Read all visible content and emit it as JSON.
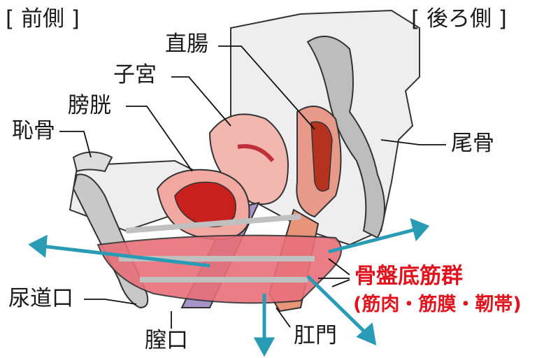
{
  "labels": {
    "front": "[ 前側 ]",
    "back": "[ 後ろ側 ]",
    "rectum": "直腸",
    "uterus": "子宮",
    "bladder": "膀胱",
    "pubic_bone": "恥骨",
    "coccyx": "尾骨",
    "pelvic_floor": "骨盤底筋群",
    "pelvic_floor_sub": "(筋肉・筋膜・靭帯)",
    "urethral_opening": "尿道口",
    "vaginal_opening": "膣口",
    "anus": "肛門"
  },
  "colors": {
    "highlight": "#e0141e",
    "arrow": "#2a9bb5",
    "muscle": "#e8707a",
    "bone": "#d9d9d9"
  }
}
